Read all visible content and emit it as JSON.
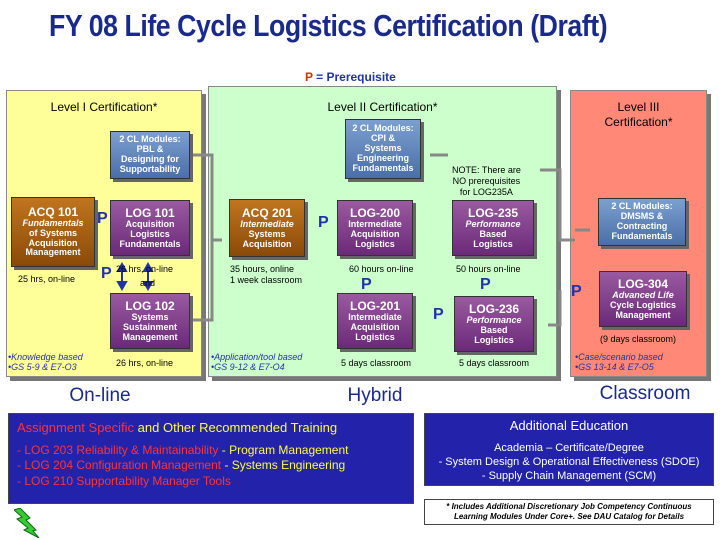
{
  "title": "FY 08 Life Cycle Logistics Certification (Draft)",
  "prereq_legend": {
    "p": "P",
    "rest": "= Prerequisite"
  },
  "prereq_mark": "P",
  "panels": {
    "level1": {
      "title": "Level I  Certification*",
      "color": "#ffff99"
    },
    "level2": {
      "title": "Level II Certification*",
      "color": "#ccffcc"
    },
    "level3": {
      "title": "Level III\nCertification*",
      "color": "#ff8877"
    }
  },
  "modules": {
    "l1_cl": {
      "lines": [
        "2 CL Modules:",
        "PBL &",
        "Designing for",
        "Supportability"
      ]
    },
    "acq101": {
      "head": "ACQ 101",
      "lines": [
        "Fundamentals",
        "of Systems",
        "Acquisition",
        "Management"
      ]
    },
    "log101": {
      "head": "LOG 101",
      "lines": [
        "Acquisition",
        "Logistics",
        "Fundamentals"
      ]
    },
    "log102": {
      "head": "LOG 102",
      "lines": [
        "Systems",
        "Sustainment",
        "Management"
      ]
    },
    "l2_cl": {
      "lines": [
        "2 CL Modules:",
        "CPI &",
        "Systems",
        "Engineering",
        "Fundamentals"
      ]
    },
    "acq201": {
      "head": "ACQ 201",
      "lines": [
        "Intermediate",
        "Systems",
        "Acquisition"
      ]
    },
    "log200": {
      "head": "LOG-200",
      "lines": [
        "Intermediate",
        "Acquisition",
        "Logistics"
      ]
    },
    "log235": {
      "head": "LOG-235",
      "lines": [
        "Performance",
        "Based",
        "Logistics"
      ]
    },
    "log201": {
      "head": "LOG-201",
      "lines": [
        "Intermediate",
        "Acquisition",
        "Logistics"
      ]
    },
    "log236": {
      "head": "LOG-236",
      "lines": [
        "Performance",
        "Based",
        "Logistics"
      ]
    },
    "l3_cl": {
      "lines": [
        "2 CL Modules:",
        "DMSMS &",
        "Contracting",
        "Fundamentals"
      ]
    },
    "log304": {
      "head": "LOG-304",
      "lines": [
        "Advanced Life",
        "Cycle Logistics",
        "Management"
      ]
    }
  },
  "notes": {
    "hrs_25": "25  hrs, on-line",
    "hrs_26a": "26  hrs, on-line",
    "and": "and",
    "hrs_26b": "26  hrs, on-line",
    "acq201_time1": "35 hours, online",
    "acq201_time2": "1 week classroom",
    "log200_time": "60 hours on-line",
    "log235_time": "50 hours on-line",
    "log201_time": "5 days classroom",
    "log236_time": "5 days classroom",
    "note_prereq": [
      "NOTE: There are",
      "NO prerequisites",
      "for LOG235A"
    ],
    "log304_time": "(9 days classroom)"
  },
  "bullets": {
    "l1": [
      "Knowledge based",
      "GS 5-9 &  E7-O3"
    ],
    "l2": [
      "Application/tool based",
      "GS 9-12 & E7-O4"
    ],
    "l3": [
      "Case/scenario based",
      "GS 13-14 &  E7-O5"
    ]
  },
  "modes": {
    "online": "On-line",
    "hybrid": "Hybrid",
    "classroom": "Classroom"
  },
  "assignment": {
    "title_red": "Assignment Specific",
    "title_yellow": " and Other Recommended Training",
    "rows": [
      {
        "left": "- LOG 203 Reliability & Maintainability",
        "right": "  - Program Management"
      },
      {
        "left": "- LOG 204 Configuration Management",
        "right": "   - Systems Engineering"
      },
      {
        "left": "- LOG 210 Supportability Manager Tools",
        "right": ""
      }
    ]
  },
  "additional": {
    "title": "Additional Education",
    "lines": [
      "Academia – Certificate/Degree",
      "- System Design & Operational Effectiveness (SDOE)",
      "- Supply Chain Management (SCM)"
    ]
  },
  "footnote": [
    "* Includes Additional Discretionary Job Competency Continuous",
    "Learning Modules Under Core+. See DAU Catalog for Details"
  ],
  "colors": {
    "title": "#1a2a8c",
    "prereq": "#2233aa",
    "modBlue": "#5b7fb8",
    "modPurple": "#7a3a88",
    "modBrown": "#a85f10",
    "bottomBlue": "#2222aa"
  }
}
